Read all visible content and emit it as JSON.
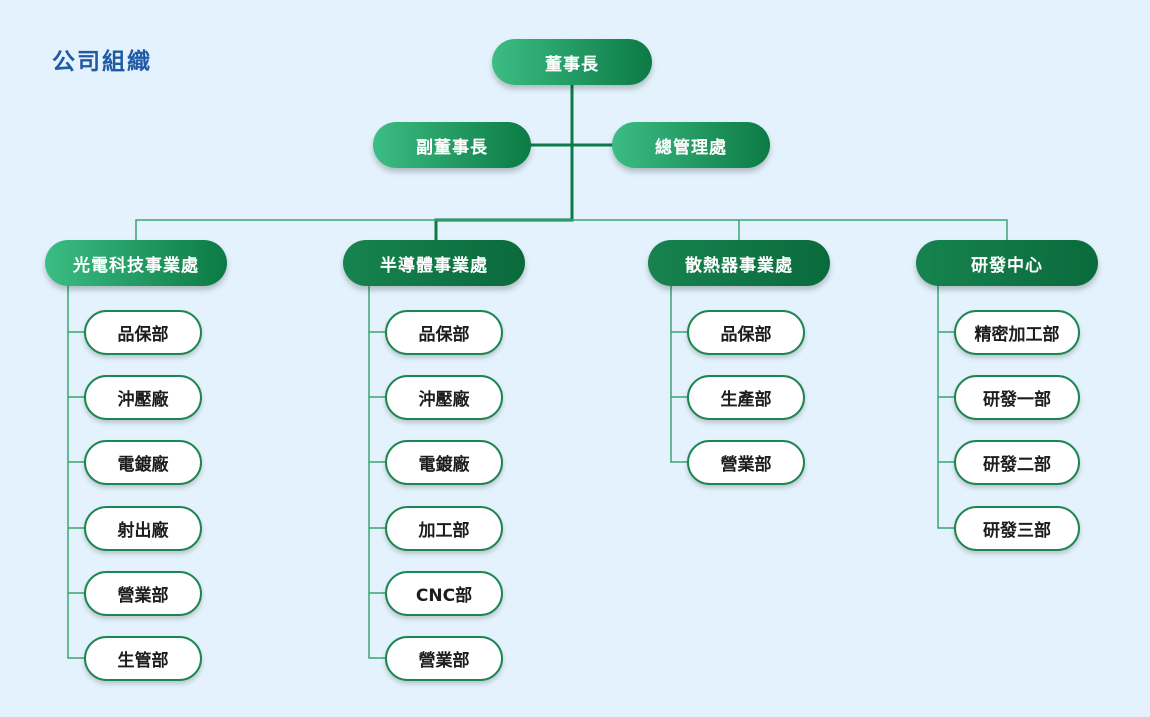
{
  "title": "公司組織",
  "top": {
    "chairman": "董事長",
    "vice_chairman": "副董事長",
    "general_management": "總管理處"
  },
  "divisions": [
    {
      "name": "光電科技事業處",
      "depts": [
        "品保部",
        "沖壓廠",
        "電鍍廠",
        "射出廠",
        "營業部",
        "生管部"
      ]
    },
    {
      "name": "半導體事業處",
      "depts": [
        "品保部",
        "沖壓廠",
        "電鍍廠",
        "加工部",
        "CNC部",
        "營業部"
      ]
    },
    {
      "name": "散熱器事業處",
      "depts": [
        "品保部",
        "生產部",
        "營業部"
      ]
    },
    {
      "name": "研發中心",
      "depts": [
        "精密加工部",
        "研發一部",
        "研發二部",
        "研發三部"
      ]
    }
  ]
}
